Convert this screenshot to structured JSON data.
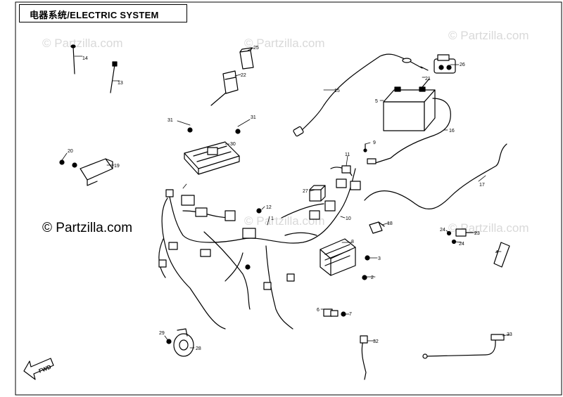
{
  "header": {
    "title": "电器系统/ELECTRIC SYSTEM"
  },
  "watermarks": [
    "© Partzilla.com",
    "© Partzilla.com",
    "© Partzilla.com",
    "© Partzilla.com",
    "© Partzilla.com",
    "© Partzilla.com"
  ],
  "fwd_label": "FWD",
  "callouts": [
    "1",
    "2",
    "3",
    "4",
    "5",
    "6",
    "7",
    "8",
    "9",
    "10",
    "11",
    "12",
    "13",
    "14",
    "15",
    "16",
    "17",
    "18",
    "19",
    "20",
    "21",
    "22",
    "23",
    "24",
    "24",
    "25",
    "26",
    "27",
    "28",
    "29",
    "30",
    "31",
    "31",
    "32",
    "33"
  ],
  "colors": {
    "line": "#000000",
    "watermark": "#d9d9d9",
    "background": "#ffffff"
  }
}
